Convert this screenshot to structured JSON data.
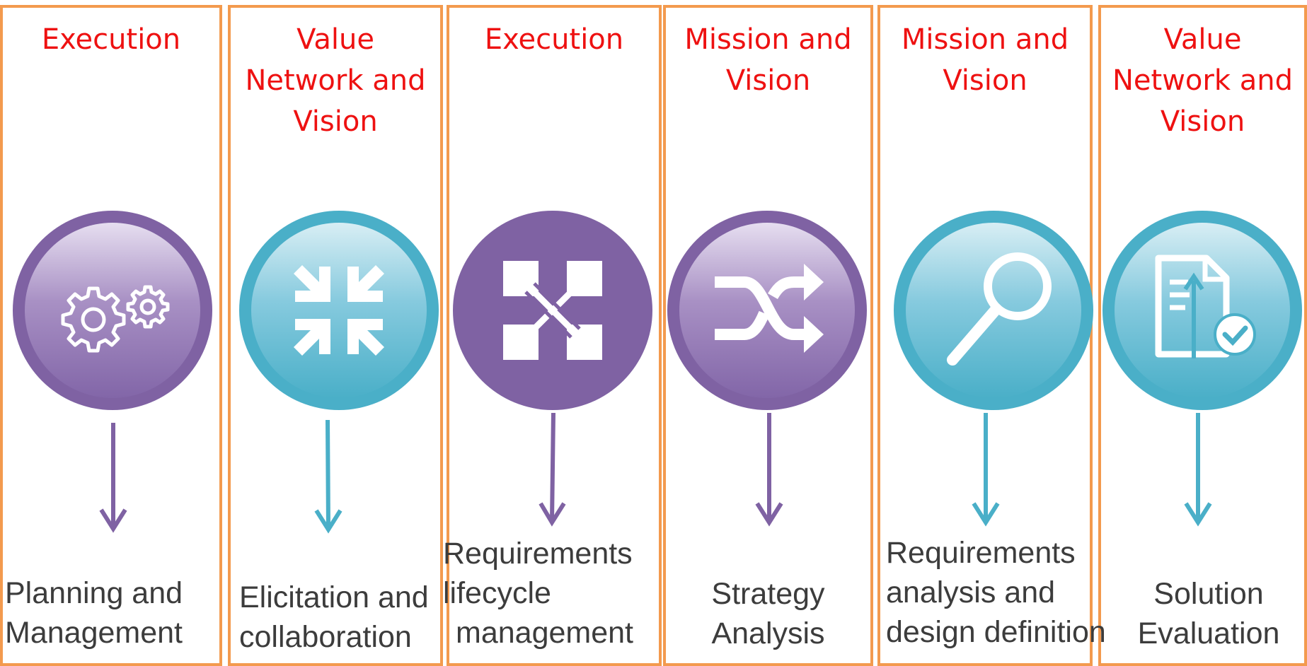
{
  "colors": {
    "border": "#f39a4e",
    "title": "#ee1111",
    "purple": "#7f62a3",
    "teal": "#4aafc8",
    "caption": "#3c3c3c"
  },
  "columns": [
    {
      "title": [
        "Execution"
      ],
      "theme": "purple",
      "icon": "gears-icon",
      "caption": [
        "Planning and",
        "Management"
      ]
    },
    {
      "title": [
        "Value",
        "Network and",
        "Vision"
      ],
      "theme": "teal",
      "icon": "collapse-arrows-icon",
      "caption": [
        "Elicitation and",
        "collaboration"
      ]
    },
    {
      "title": [
        "Execution"
      ],
      "theme": "purple",
      "icon": "network-blocks-icon",
      "caption": [
        "Requirements",
        "lifecycle",
        "management"
      ]
    },
    {
      "title": [
        "Mission and",
        "Vision"
      ],
      "theme": "purple",
      "icon": "shuffle-icon",
      "caption": [
        "Strategy",
        "Analysis"
      ]
    },
    {
      "title": [
        "Mission and",
        "Vision"
      ],
      "theme": "teal",
      "icon": "magnifier-icon",
      "caption": [
        "Requirements",
        "analysis and",
        "design definition"
      ]
    },
    {
      "title": [
        "Value",
        "Network and",
        "Vision"
      ],
      "theme": "teal",
      "icon": "document-check-icon",
      "caption": [
        "Solution",
        "Evaluation"
      ]
    }
  ]
}
